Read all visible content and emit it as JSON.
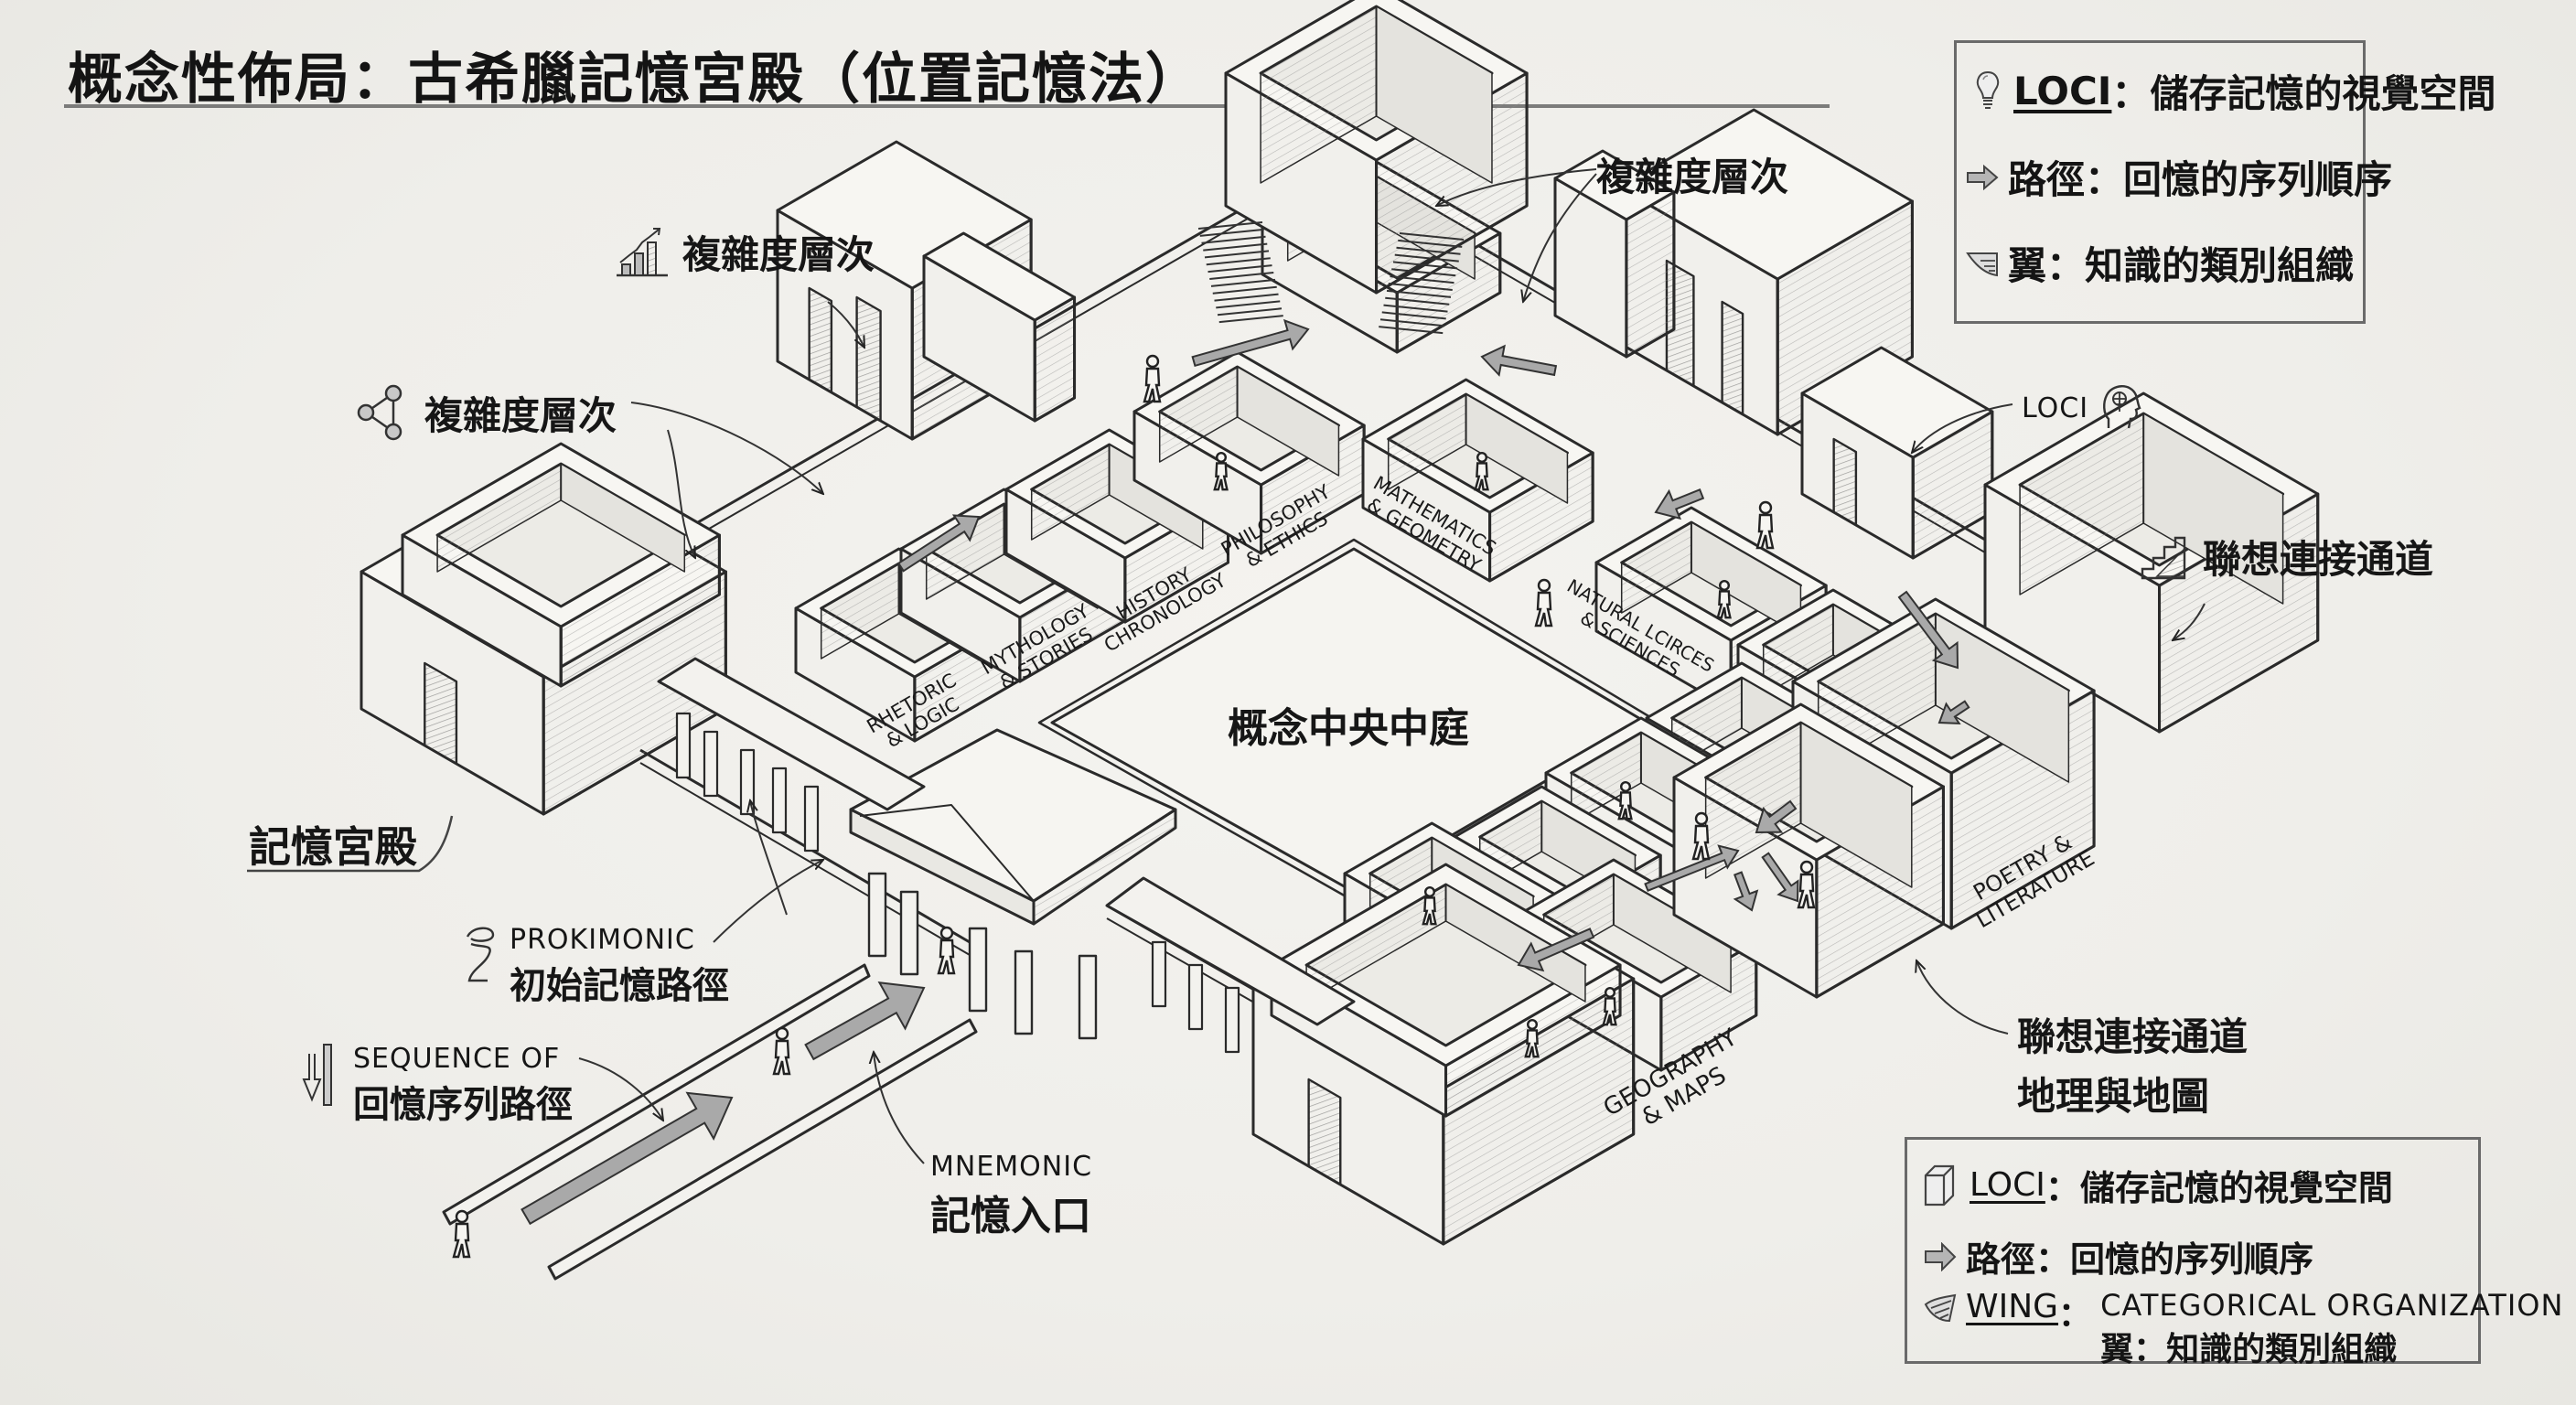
{
  "title": "概念性佈局：古希臘記憶宮殿（位置記憶法）",
  "courtyard_label": "概念中央中庭",
  "annotations": {
    "complexity_top_left": {
      "icon": "bar-chart-growth-icon",
      "text": "複雜度層次"
    },
    "complexity_left": {
      "icon": "network-nodes-icon",
      "text": "複雜度層次"
    },
    "complexity_top_center": {
      "text": "複雜度層次"
    },
    "loci_right": {
      "text": "LOCI",
      "icon": "brain-head-icon"
    },
    "association_corridor_right": {
      "icon": "staircase-icon",
      "text": "聯想連接通道"
    },
    "memory_palace": {
      "text": "記憶宮殿"
    },
    "prokimonic": {
      "icon": "spiral-path-icon",
      "en": "PROKIMONIC",
      "zh": "初始記憶路徑"
    },
    "sequence": {
      "icon": "down-arrow-icon",
      "en": "SEQUENCE OF",
      "zh": "回憶序列路徑"
    },
    "mnemonic": {
      "en": "MNEMONIC",
      "zh": "記憶入口"
    },
    "association_geography": {
      "line1": "聯想連接通道",
      "line2": "地理與地圖"
    }
  },
  "rooms": [
    {
      "id": "rhetoric",
      "line1": "RHETORIC",
      "line2": "& LOGIC"
    },
    {
      "id": "mythology",
      "line1": "MYTHOLOGY",
      "line2": "& STORIES"
    },
    {
      "id": "history",
      "line1": "HISTORY",
      "line2": "CHRONOLOGY"
    },
    {
      "id": "philosophy",
      "line1": "PHILOSOPHY",
      "line2": "& ETHICS"
    },
    {
      "id": "mathematics",
      "line1": "MATHEMATICS",
      "line2": "& GEOMETRY"
    },
    {
      "id": "natural",
      "line1": "NATURAL LCIRCES",
      "line2": "& SCIENCES"
    },
    {
      "id": "poetry",
      "line1": "POETRY &",
      "line2": "LITERATURE"
    },
    {
      "id": "geography",
      "line1": "GEOGRAPHY",
      "line2": "& MAPS"
    }
  ],
  "legend_top": {
    "items": [
      {
        "icon": "lightbulb-icon",
        "key": "LOCI",
        "sep": "：",
        "desc": "儲存記憶的視覺空間"
      },
      {
        "icon": "arrow-right-icon",
        "key": "路徑",
        "sep": "：",
        "desc": "回憶的序列順序"
      },
      {
        "icon": "wing-icon",
        "key": "翼",
        "sep": "：",
        "desc": "知識的類別組織"
      }
    ]
  },
  "legend_bottom": {
    "items": [
      {
        "icon": "cube-icon",
        "key": "LOCI",
        "sep": "：",
        "desc": "儲存記憶的視覺空間"
      },
      {
        "icon": "arrow-right-icon",
        "key": "路徑",
        "sep": "：",
        "desc": "回憶的序列順序"
      },
      {
        "icon": "wing-icon",
        "key": "WING",
        "sep": "：",
        "desc": "CATEGORICAL ORGANIZATION",
        "desc2": "翼：知識的類別組織"
      }
    ]
  }
}
